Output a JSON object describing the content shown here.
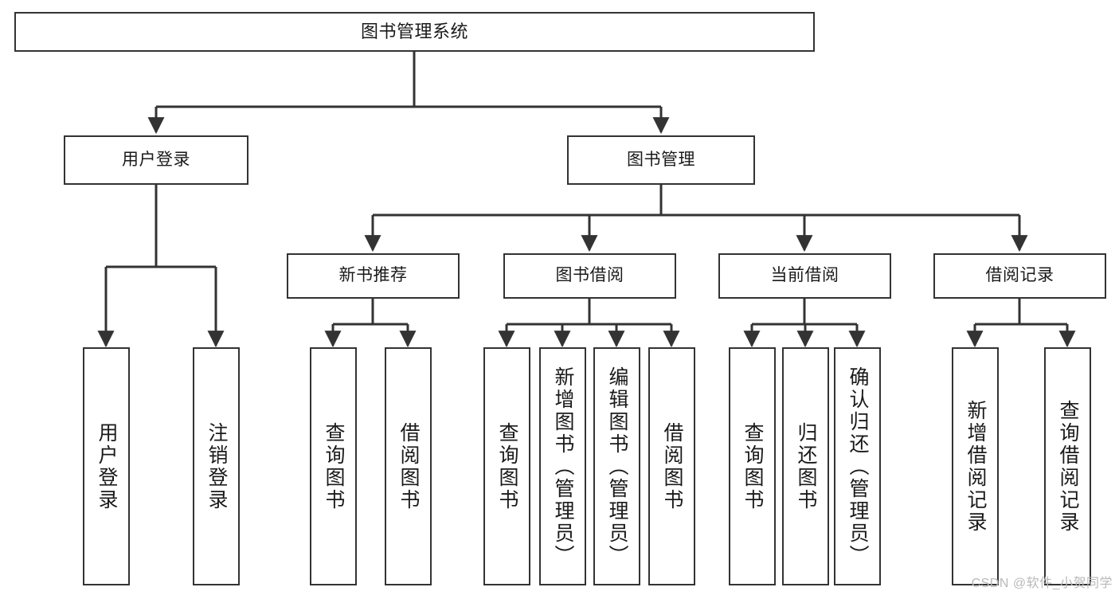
{
  "diagram": {
    "title": "图书管理系统",
    "type": "tree",
    "watermark": "CSDN @软件_小贺同学",
    "colors": {
      "box_border": "#333333",
      "box_fill": "#ffffff",
      "line": "#333333",
      "text": "#1a1a1a",
      "watermark": "#b9b9b9",
      "background": "#ffffff"
    },
    "levels": {
      "root": {
        "label": "图书管理系统"
      },
      "level2": [
        {
          "label": "用户登录"
        },
        {
          "label": "图书管理"
        }
      ],
      "level3": [
        {
          "label": "新书推荐"
        },
        {
          "label": "图书借阅"
        },
        {
          "label": "当前借阅"
        },
        {
          "label": "借阅记录"
        }
      ],
      "leaves": {
        "user_login": [
          {
            "label": "用户登录"
          },
          {
            "label": "注销登录"
          }
        ],
        "new_book_recommend": [
          {
            "label": "查询图书"
          },
          {
            "label": "借阅图书"
          }
        ],
        "book_borrow": [
          {
            "label": "查询图书"
          },
          {
            "label": "新增图书（管理员）"
          },
          {
            "label": "编辑图书（管理员）"
          },
          {
            "label": "借阅图书"
          }
        ],
        "current_borrow": [
          {
            "label": "查询图书"
          },
          {
            "label": "归还图书"
          },
          {
            "label": "确认归还（管理员）"
          }
        ],
        "borrow_record": [
          {
            "label": "新增借阅记录"
          },
          {
            "label": "查询借阅记录"
          }
        ]
      }
    }
  }
}
